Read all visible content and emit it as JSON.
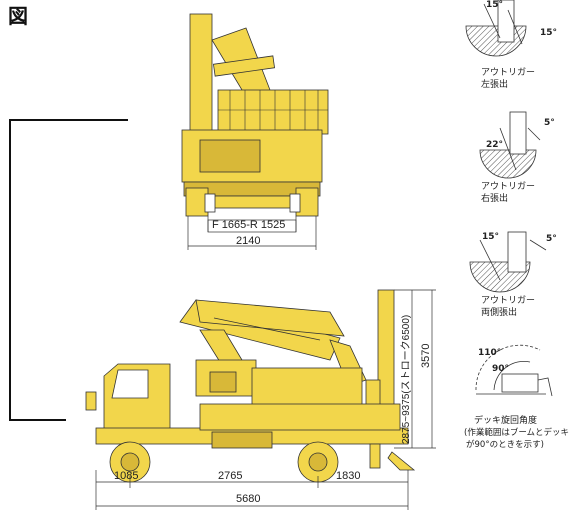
{
  "figure": {
    "title_glyph": "図"
  },
  "front_view": {
    "tread_label": "F 1665-R 1525",
    "overall_width": "2140"
  },
  "side_view": {
    "front_overhang": "1085",
    "wheelbase": "2765",
    "rear_overhang": "1830",
    "overall_length": "5680",
    "overall_height": "3570",
    "outrigger_stroke": "2875~9375(ストローク6500)"
  },
  "outrigger_diagrams": [
    {
      "angle_a": "15°",
      "angle_b": "15°",
      "caption_line1": "アウトリガー",
      "caption_line2": "左張出"
    },
    {
      "angle_a": "22°",
      "angle_b": "5°",
      "caption_line1": "アウトリガー",
      "caption_line2": "右張出"
    },
    {
      "angle_a": "15°",
      "angle_b": "5°",
      "caption_line1": "アウトリガー",
      "caption_line2": "両側張出"
    }
  ],
  "deck_diagram": {
    "angle_outer": "110°",
    "angle_inner": "90°",
    "caption_line1": "デッキ旋回角度",
    "caption_line2": "(作業範囲はブームとデッキ",
    "caption_line3": "が90°のときを示す)"
  },
  "colors": {
    "body": "#F2D64B",
    "body_dark": "#D8B838",
    "line": "#333333",
    "hatch": "#555555"
  }
}
